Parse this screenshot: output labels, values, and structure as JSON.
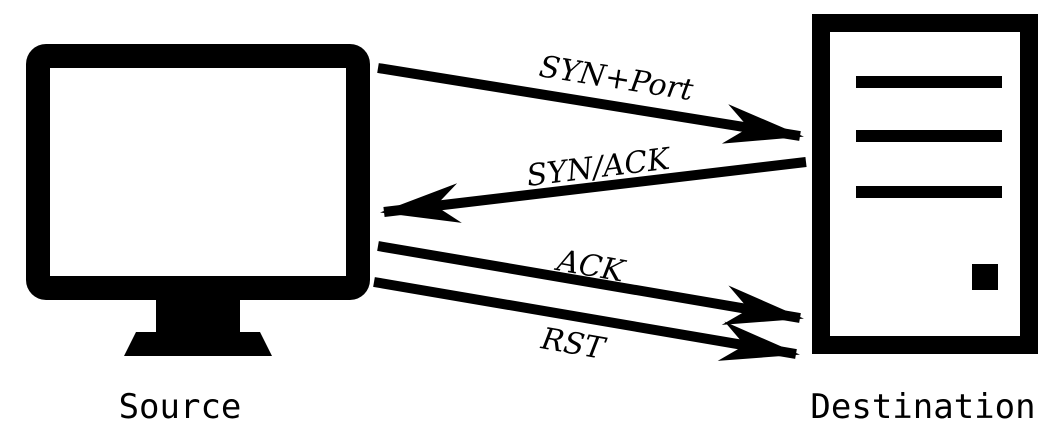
{
  "nodes": {
    "source": {
      "label": "Source",
      "icon": "computer-monitor-icon"
    },
    "destination": {
      "label": "Destination",
      "icon": "server-tower-icon"
    }
  },
  "messages": [
    {
      "id": "syn-port",
      "label": "SYN+Port",
      "from": "source",
      "to": "destination"
    },
    {
      "id": "syn-ack",
      "label": "SYN/ACK",
      "from": "destination",
      "to": "source"
    },
    {
      "id": "ack",
      "label": "ACK",
      "from": "source",
      "to": "destination"
    },
    {
      "id": "rst",
      "label": "RST",
      "from": "source",
      "to": "destination"
    }
  ],
  "colors": {
    "stroke": "#000000",
    "background": "#ffffff"
  }
}
